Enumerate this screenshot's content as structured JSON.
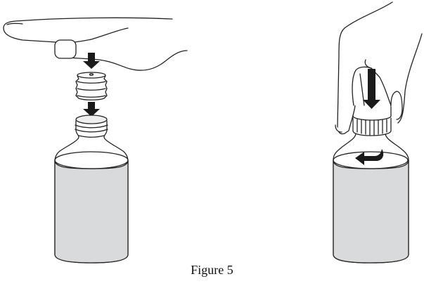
{
  "figure": {
    "caption": "Figure 5",
    "panels": [
      {
        "name": "press-adapter-into-bottle",
        "icon": "arrow-down-icon"
      },
      {
        "name": "close-bottle-with-cap",
        "icon": "rotate-arrow-icon"
      }
    ]
  },
  "colors": {
    "line": "#222222",
    "liquid": "#d9dadb",
    "arrow": "#1a1a1a"
  }
}
